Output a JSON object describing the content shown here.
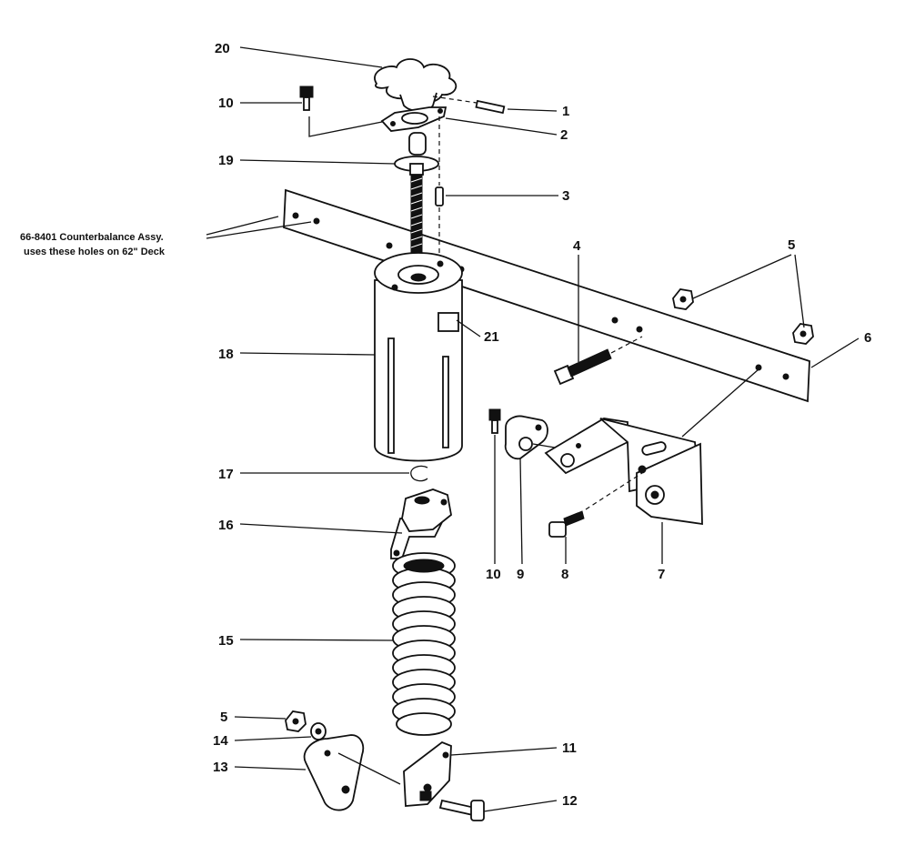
{
  "diagram": {
    "note": {
      "line1": "66-8401 Counterbalance Assy.",
      "line2": "uses these holes on 62\" Deck"
    },
    "callouts": [
      {
        "id": "c20",
        "label": "20"
      },
      {
        "id": "c10a",
        "label": "10"
      },
      {
        "id": "c1",
        "label": "1"
      },
      {
        "id": "c2",
        "label": "2"
      },
      {
        "id": "c19",
        "label": "19"
      },
      {
        "id": "c3",
        "label": "3"
      },
      {
        "id": "c4",
        "label": "4"
      },
      {
        "id": "c5a",
        "label": "5"
      },
      {
        "id": "c6",
        "label": "6"
      },
      {
        "id": "c18",
        "label": "18"
      },
      {
        "id": "c21",
        "label": "21"
      },
      {
        "id": "c17",
        "label": "17"
      },
      {
        "id": "c16",
        "label": "16"
      },
      {
        "id": "c10b",
        "label": "10"
      },
      {
        "id": "c9",
        "label": "9"
      },
      {
        "id": "c8",
        "label": "8"
      },
      {
        "id": "c7",
        "label": "7"
      },
      {
        "id": "c15",
        "label": "15"
      },
      {
        "id": "c5b",
        "label": "5"
      },
      {
        "id": "c14",
        "label": "14"
      },
      {
        "id": "c13",
        "label": "13"
      },
      {
        "id": "c11",
        "label": "11"
      },
      {
        "id": "c12",
        "label": "12"
      }
    ]
  }
}
